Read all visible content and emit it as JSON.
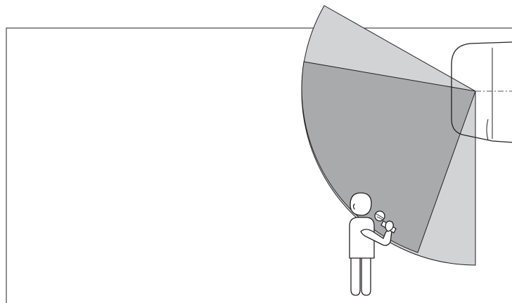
{
  "diagram": {
    "colors": {
      "outer_zone": "#d2d3d5",
      "inner_zone": "#a9aaac",
      "stroke": "#231f20",
      "background": "#ffffff",
      "figure_fill": "#ffffff"
    },
    "elements": [
      "room-outline",
      "pickup-zone-wide",
      "pickup-zone-core",
      "ceiling-device",
      "person-with-microphone"
    ]
  }
}
